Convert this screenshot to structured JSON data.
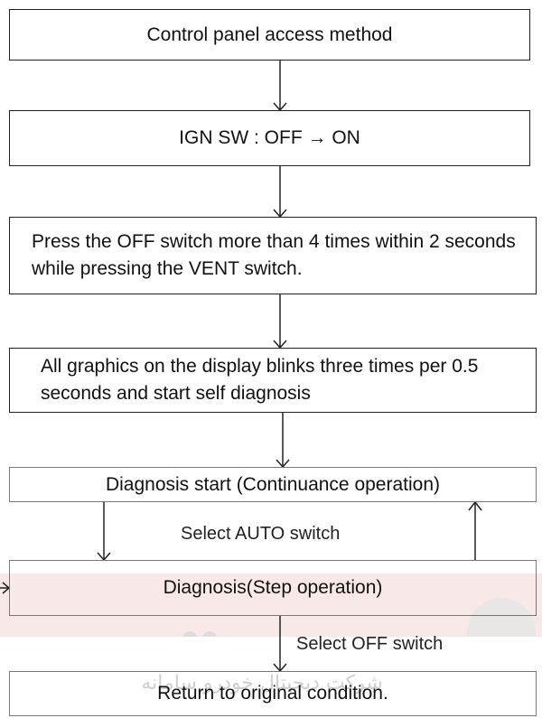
{
  "steps": [
    "Control panel access method",
    "IGN SW : OFF → ON",
    "Press the OFF switch more than 4 times within 2 seconds while pressing the VENT switch.",
    "All graphics on the display blinks three times per 0.5 seconds and start self diagnosis",
    "Diagnosis start (Continuance operation)",
    "Diagnosis(Step operation)",
    "Return to original condition."
  ],
  "labels": {
    "select_auto": "Select AUTO switch",
    "select_off": "Select OFF switch"
  },
  "watermark": {
    "text": "شرکت دیجیتال خودرو سامانه"
  },
  "colors": {
    "line": "#222222",
    "watermark": "#e8b9b6"
  }
}
